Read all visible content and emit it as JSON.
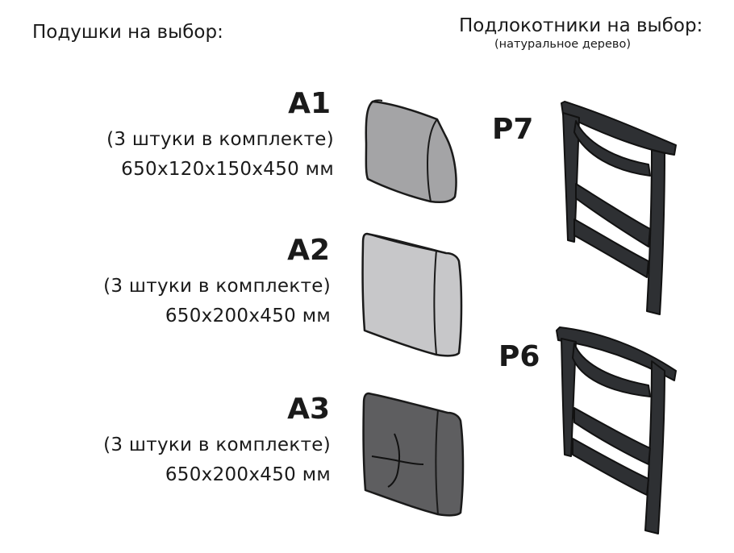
{
  "cushions_heading": "Подушки на выбор:",
  "armrests_heading": "Подлокотники на выбор:",
  "armrests_note": "(натуральное дерево)",
  "cushions": [
    {
      "code": "A1",
      "quantity": "(3 штуки в комплекте)",
      "size": "650x120x150x450 мм",
      "fill": "#a4a4a6",
      "icon": "wedge-cushion"
    },
    {
      "code": "A2",
      "quantity": "(3 штуки в комплекте)",
      "size": "650x200x450 мм",
      "fill": "#c7c7c9",
      "icon": "square-cushion"
    },
    {
      "code": "A3",
      "quantity": "(3 штуки в комплекте)",
      "size": "650x200x450 мм",
      "fill": "#5e5e60",
      "icon": "tufted-cushion"
    }
  ],
  "armrests": [
    {
      "code": "P7",
      "icon": "armrest-p7",
      "fill": "#2e3033"
    },
    {
      "code": "P6",
      "icon": "armrest-p6",
      "fill": "#2e3033"
    }
  ]
}
